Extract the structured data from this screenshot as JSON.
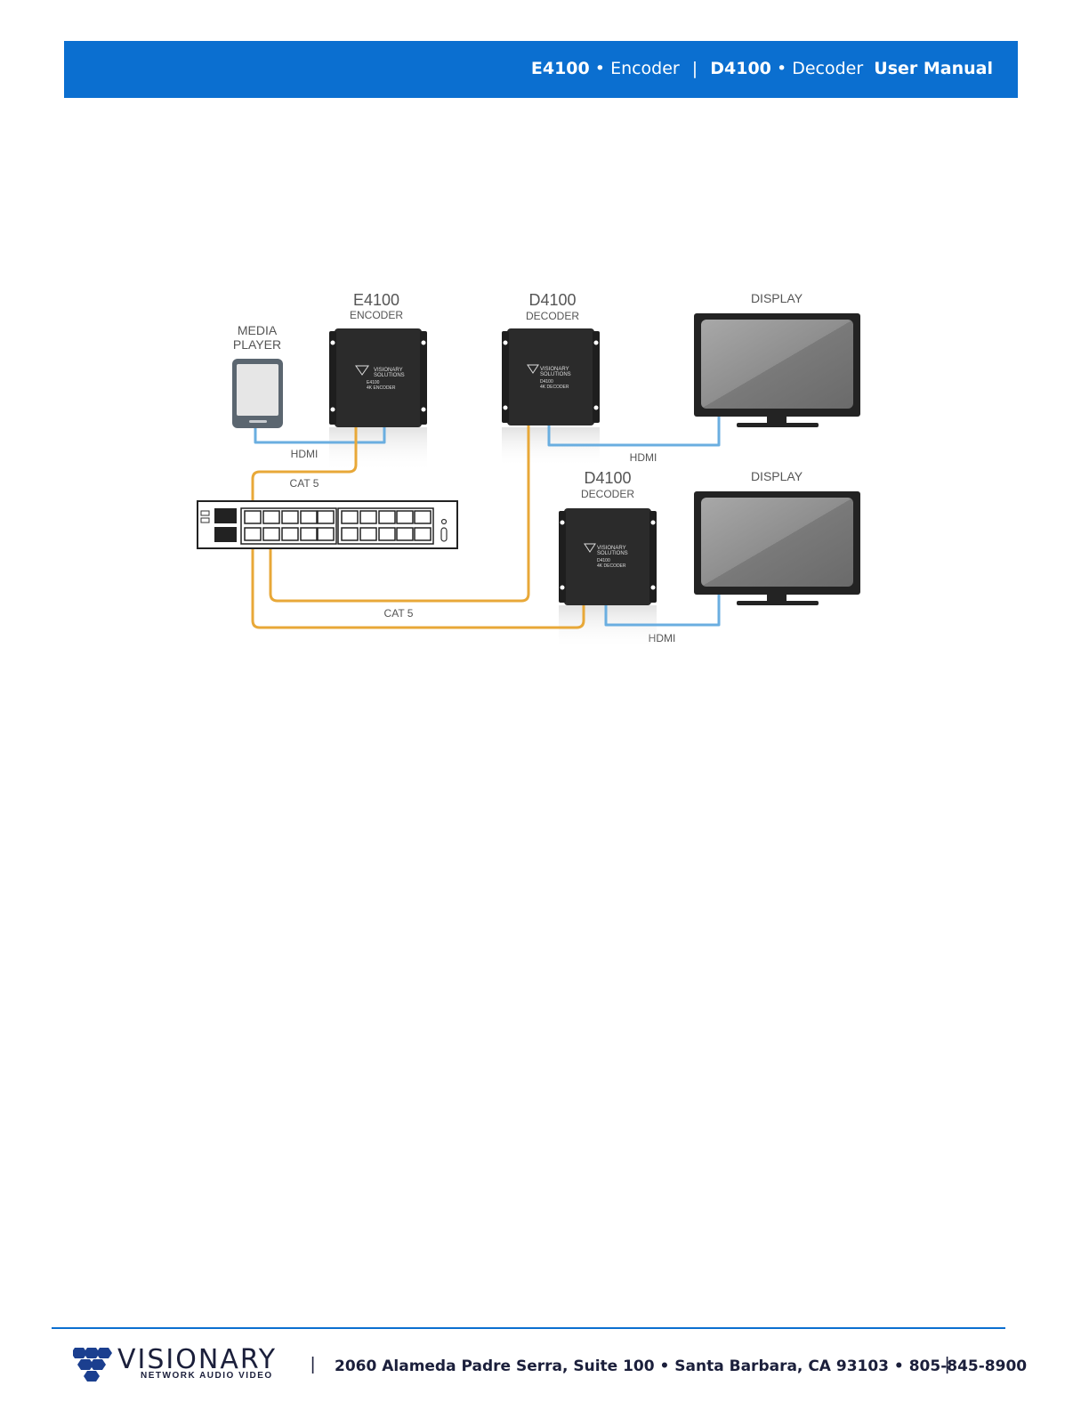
{
  "header": {
    "enc_model": "E4100",
    "enc_word": "Encoder",
    "separator": "|",
    "dec_model": "D4100",
    "dec_word": "Decoder",
    "manual": "User Manual",
    "bullet": "•",
    "background_color": "#0b6fd0"
  },
  "diagram": {
    "media_player_line1": "MEDIA",
    "media_player_line2": "PLAYER",
    "encoder_model": "E4100",
    "encoder_label": "ENCODER",
    "decoder1_model": "D4100",
    "decoder1_label": "DECODER",
    "decoder2_model": "D4100",
    "decoder2_label": "DECODER",
    "display1_label": "DISPLAY",
    "display2_label": "DISPLAY",
    "hdmi_label_1": "HDMI",
    "hdmi_label_2": "HDMI",
    "hdmi_label_3": "HDMI",
    "cat5_label_1": "CAT 5",
    "cat5_label_2": "CAT 5",
    "device_brand_line1": "VISIONARY",
    "device_brand_line2": "SOLUTIONS",
    "encoder_device_text": "E4100",
    "encoder_device_sub": "4K ENCODER",
    "decoder_device_text": "D4100",
    "decoder_device_sub": "4K DECODER",
    "cat5_color": "#e8a838",
    "hdmi_color": "#6aaee0"
  },
  "footer": {
    "brand": "VISIONARY",
    "tagline": "NETWORK AUDIO VIDEO",
    "bar": "|",
    "address": "2060 Alameda Padre Serra, Suite 100 • Santa Barbara, CA 93103 • 805-845-8900",
    "brand_color": "#1b1f3b"
  }
}
